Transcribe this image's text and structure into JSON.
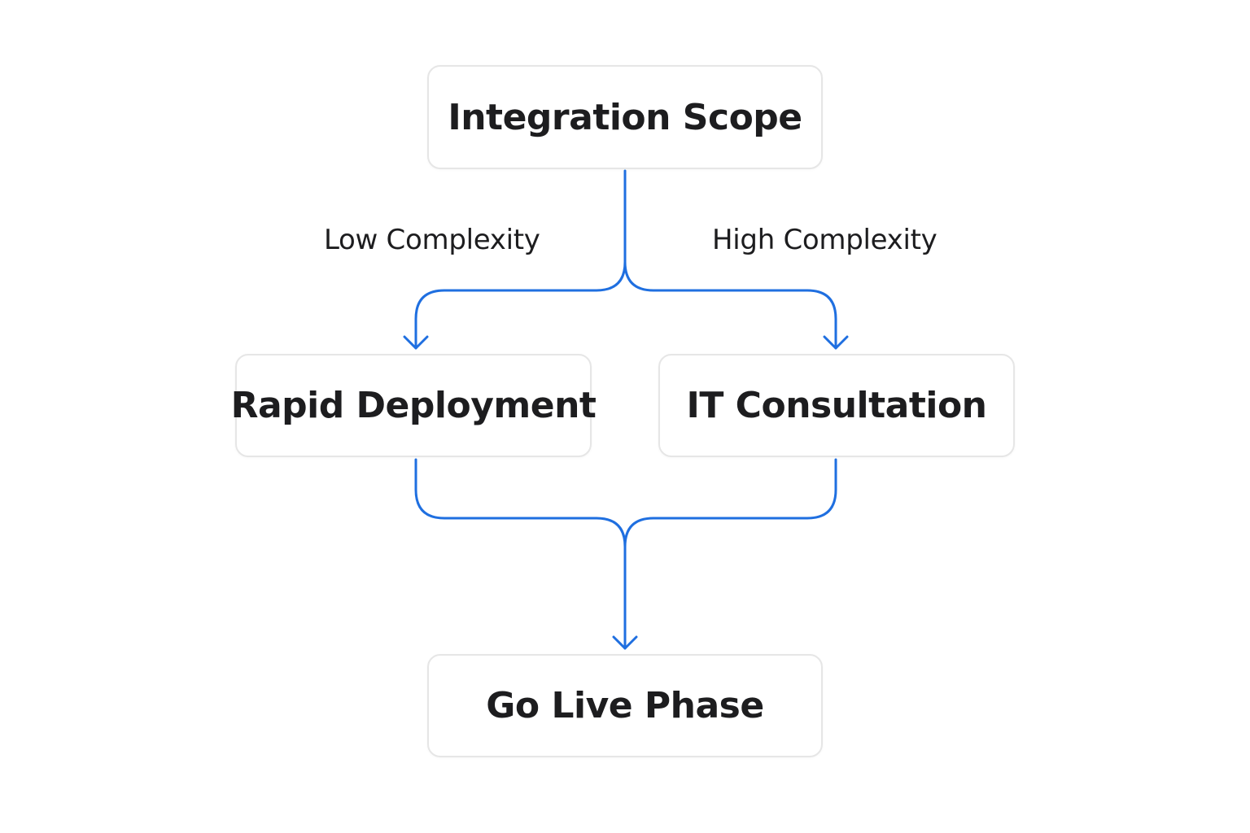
{
  "colors": {
    "connector": "#1f6fe0",
    "node_border": "#e6e6e6",
    "text": "#1d1d1f",
    "background": "#ffffff"
  },
  "nodes": {
    "integration_scope": "Integration Scope",
    "rapid_deployment": "Rapid Deployment",
    "it_consultation": "IT Consultation",
    "go_live_phase": "Go Live Phase"
  },
  "branches": {
    "low": "Low Complexity",
    "high": "High Complexity"
  }
}
